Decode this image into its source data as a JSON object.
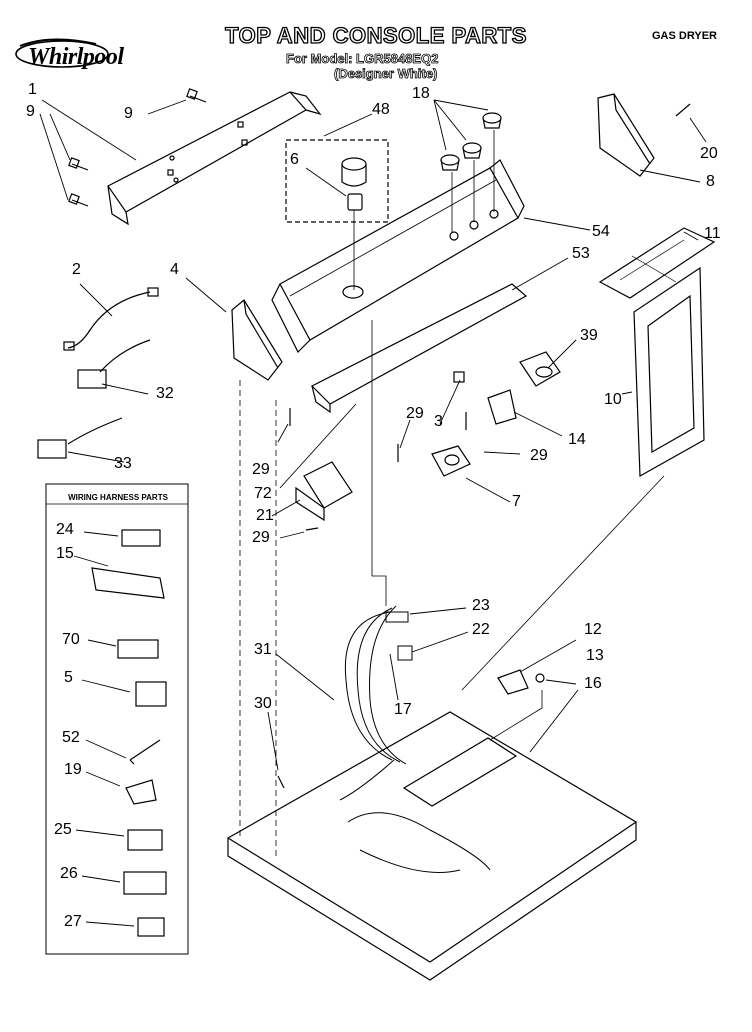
{
  "brand": "Whirlpool",
  "title": "TOP AND CONSOLE PARTS",
  "model_line": "For Model: LGR5848EQ2",
  "variant_line": "(Designer White)",
  "product_type": "GAS DRYER",
  "harness_box_title": "WIRING HARNESS PARTS",
  "callouts": [
    {
      "id": "c1",
      "label": "1"
    },
    {
      "id": "c9a",
      "label": "9"
    },
    {
      "id": "c9b",
      "label": "9"
    },
    {
      "id": "c48",
      "label": "48"
    },
    {
      "id": "c6",
      "label": "6"
    },
    {
      "id": "c18",
      "label": "18"
    },
    {
      "id": "c20",
      "label": "20"
    },
    {
      "id": "c8",
      "label": "8"
    },
    {
      "id": "c54",
      "label": "54"
    },
    {
      "id": "c11",
      "label": "11"
    },
    {
      "id": "c2",
      "label": "2"
    },
    {
      "id": "c4",
      "label": "4"
    },
    {
      "id": "c53",
      "label": "53"
    },
    {
      "id": "c32",
      "label": "32"
    },
    {
      "id": "c39",
      "label": "39"
    },
    {
      "id": "c10",
      "label": "10"
    },
    {
      "id": "c33",
      "label": "33"
    },
    {
      "id": "c3",
      "label": "3"
    },
    {
      "id": "c14",
      "label": "14"
    },
    {
      "id": "c29a",
      "label": "29"
    },
    {
      "id": "c29b",
      "label": "29"
    },
    {
      "id": "c29c",
      "label": "29"
    },
    {
      "id": "c29d",
      "label": "29"
    },
    {
      "id": "c72",
      "label": "72"
    },
    {
      "id": "c7",
      "label": "7"
    },
    {
      "id": "c21",
      "label": "21"
    },
    {
      "id": "c24",
      "label": "24"
    },
    {
      "id": "c15",
      "label": "15"
    },
    {
      "id": "c23",
      "label": "23"
    },
    {
      "id": "c12",
      "label": "12"
    },
    {
      "id": "c22",
      "label": "22"
    },
    {
      "id": "c70",
      "label": "70"
    },
    {
      "id": "c31",
      "label": "31"
    },
    {
      "id": "c13",
      "label": "13"
    },
    {
      "id": "c5",
      "label": "5"
    },
    {
      "id": "c16",
      "label": "16"
    },
    {
      "id": "c30",
      "label": "30"
    },
    {
      "id": "c17",
      "label": "17"
    },
    {
      "id": "c52",
      "label": "52"
    },
    {
      "id": "c19",
      "label": "19"
    },
    {
      "id": "c25",
      "label": "25"
    },
    {
      "id": "c26",
      "label": "26"
    },
    {
      "id": "c27",
      "label": "27"
    }
  ]
}
